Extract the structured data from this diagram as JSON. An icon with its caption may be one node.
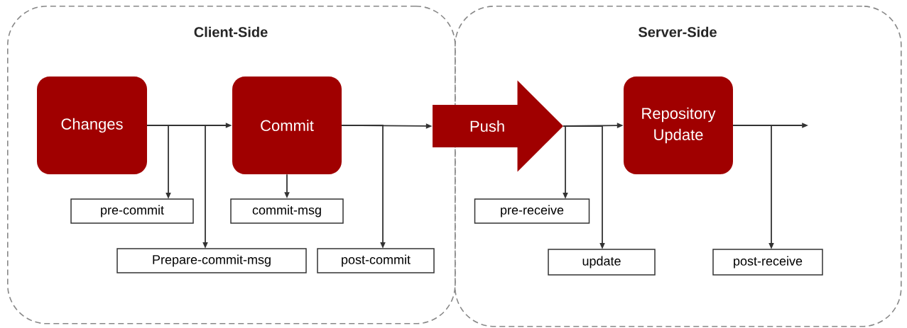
{
  "diagram": {
    "nodes": [
      {
        "text": [
          "Client-Side"
        ]
      },
      {
        "text": [
          "Server-Side"
        ]
      },
      {
        "text": [
          "Changes"
        ],
        "in": 0
      },
      {
        "text": [
          "Commit"
        ],
        "in": 0
      },
      {
        "text": [
          "pre-commit"
        ],
        "in": 0
      },
      {
        "text": [
          "commit-msg"
        ],
        "in": 0
      },
      {
        "text": [
          "Prepare-commit-msg"
        ],
        "in": 0
      },
      {
        "text": [
          "post-commit"
        ],
        "in": 0
      },
      {
        "text": [
          "Push"
        ]
      },
      {
        "text": [
          "Repository Update"
        ],
        "in": 1
      },
      {
        "text": [
          "pre-receive"
        ],
        "in": 1
      },
      {
        "text": [
          "update"
        ],
        "in": 1
      },
      {
        "text": [
          "post-receive"
        ],
        "in": 1
      }
    ],
    "edges": [
      {
        "from": 2,
        "to": 3,
        "arrow": "to"
      },
      {
        "from": 2,
        "to": 4,
        "arrow": "to"
      },
      {
        "from": 2,
        "to": 6,
        "arrow": "to"
      },
      {
        "from": 3,
        "to": 5,
        "arrow": "to"
      },
      {
        "from": 3,
        "to": 8,
        "arrow": "to"
      },
      {
        "from": 3,
        "to": 7,
        "arrow": "to"
      },
      {
        "from": 8,
        "to": 9,
        "arrow": "to"
      },
      {
        "from": 8,
        "to": 10,
        "arrow": "to"
      },
      {
        "from": 8,
        "to": 11,
        "arrow": "to"
      },
      {
        "from": 9,
        "to": null,
        "arrow": "to"
      },
      {
        "from": 9,
        "to": 12,
        "arrow": "to"
      }
    ]
  }
}
